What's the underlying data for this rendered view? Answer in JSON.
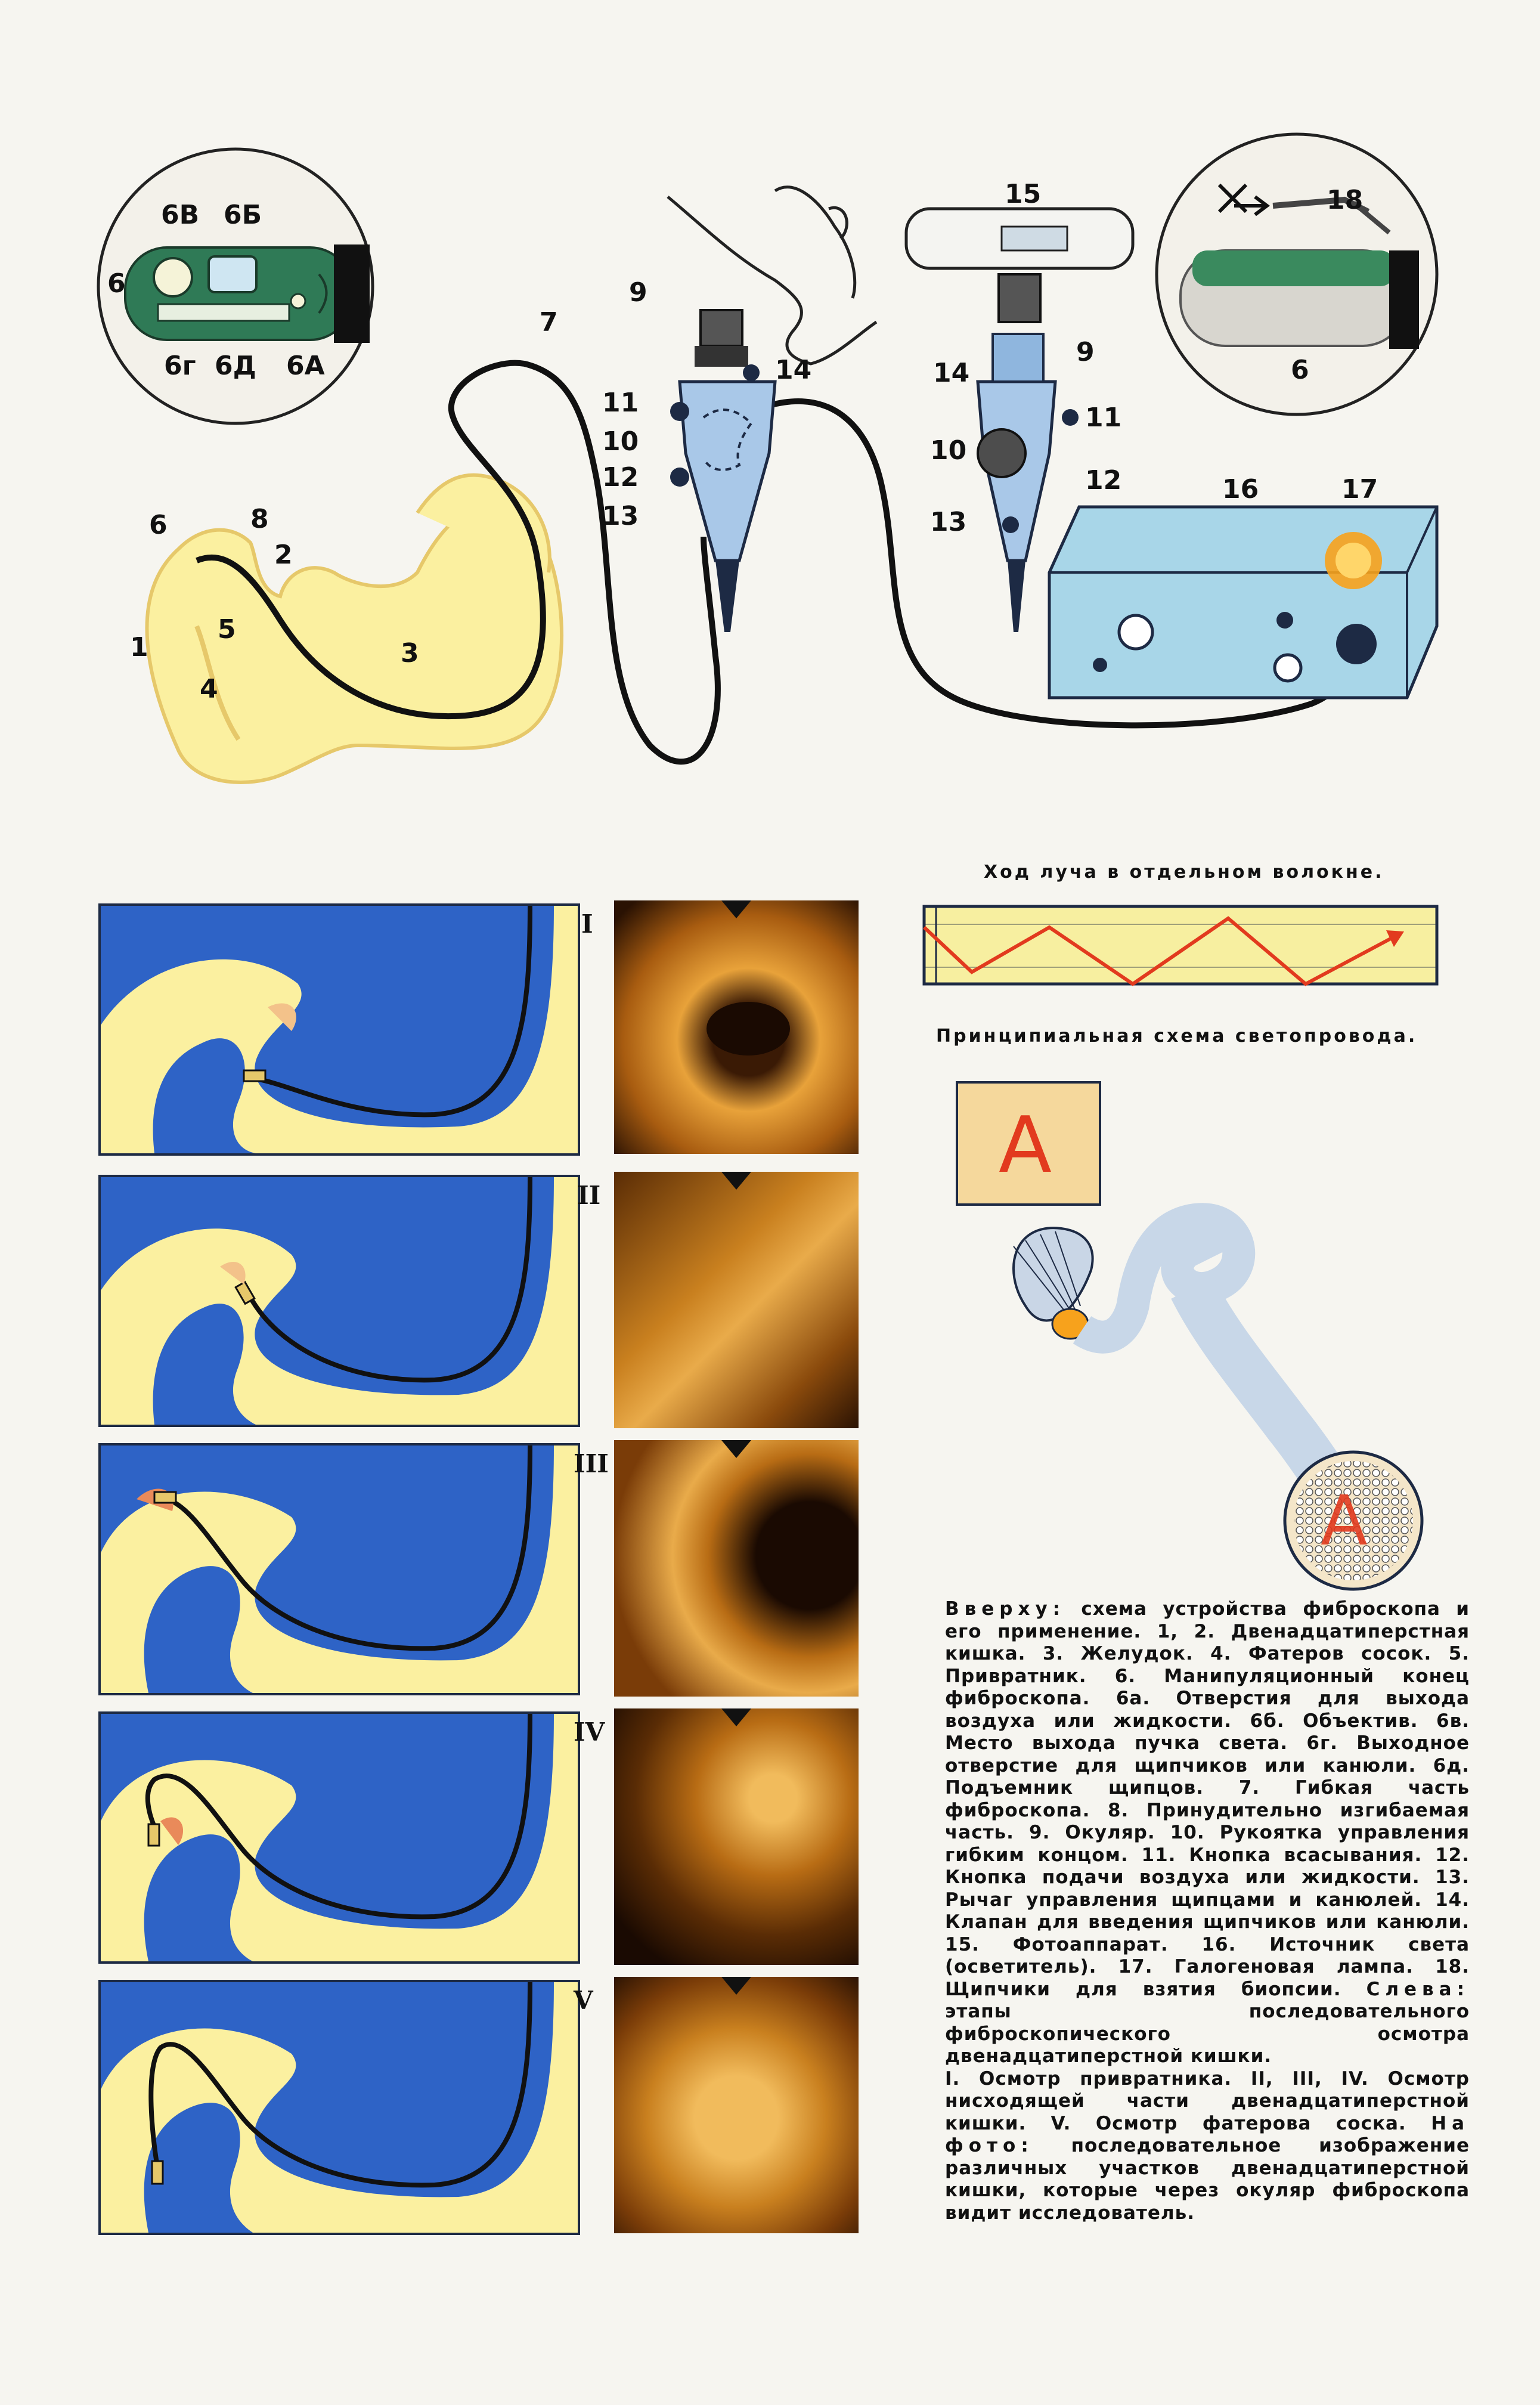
{
  "top_diagram": {
    "labels": [
      "1",
      "2",
      "3",
      "4",
      "5",
      "6",
      "7",
      "8",
      "9",
      "10",
      "11",
      "12",
      "13",
      "14",
      "15",
      "16",
      "17",
      "18"
    ],
    "label_second_view": [
      "9",
      "10",
      "11",
      "12",
      "13",
      "14"
    ],
    "inset_left": {
      "6v": "6В",
      "6b": "6Б",
      "6g": "6г",
      "6d": "6Д",
      "6a": "6А",
      "6": "6"
    },
    "inset_right": {
      "label_18": "18",
      "label_6": "6"
    }
  },
  "stages": [
    {
      "numeral": "I"
    },
    {
      "numeral": "II"
    },
    {
      "numeral": "III"
    },
    {
      "numeral": "IV"
    },
    {
      "numeral": "V"
    }
  ],
  "fiber": {
    "title_top": "Ход луча в отдельном волокне.",
    "title_bottom": "Принципиальная схема светопровода."
  },
  "bundle": {
    "letter": "A"
  },
  "caption": {
    "p1_lead": "Вверху:",
    "p1": "схема устройства фиброскопа и его применение. 1, 2. Двенадцатиперстная кишка. 3. Желудок. 4. Фатеров сосок. 5. Привратник. 6. Манипуляционный конец фиброскопа. 6а. Отверстия для выхода воздуха или жидкости. 6б. Объектив. 6в. Место выхода пучка света. 6г. Выходное отверстие для щипчиков или канюли. 6д. Подъемник щипцов. 7. Гибкая часть фиброскопа. 8. Принудительно изгибаемая часть. 9. Окуляр. 10. Рукоятка управления гибким концом. 11. Кнопка всасывания. 12. Кнопка подачи воздуха или жидкости. 13. Рычаг управления щипцами и канюлей. 14. Клапан для введения щипчиков или канюли. 15. Фотоаппарат. 16. Источник света (осветитель). 17. Галогеновая лампа. 18. Щипчики для взятия биопсии.",
    "p1b_lead": "Слева:",
    "p1b": "этапы последовательного фиброскопического осмотра двенадцатиперстной кишки.",
    "p2": "I. Осмотр привратника. II, III, IV. Осмотр нисходящей части двенадцатиперстной кишки. V. Осмотр фатерова соска.",
    "p2_lead": "На фото:",
    "p2b": "последовательное изображение различных участков двенадцатиперстной кишки, которые через окуляр фиброскопа видит исследователь."
  },
  "colors": {
    "organ": "#fbf0a0",
    "organ_outline": "#e6c86a",
    "scene_bg": "#2e63c6",
    "device": "#a9c8e8",
    "lamp": "#f7a21c",
    "ray": "#e23a1e",
    "photo": "#e8a23a"
  }
}
